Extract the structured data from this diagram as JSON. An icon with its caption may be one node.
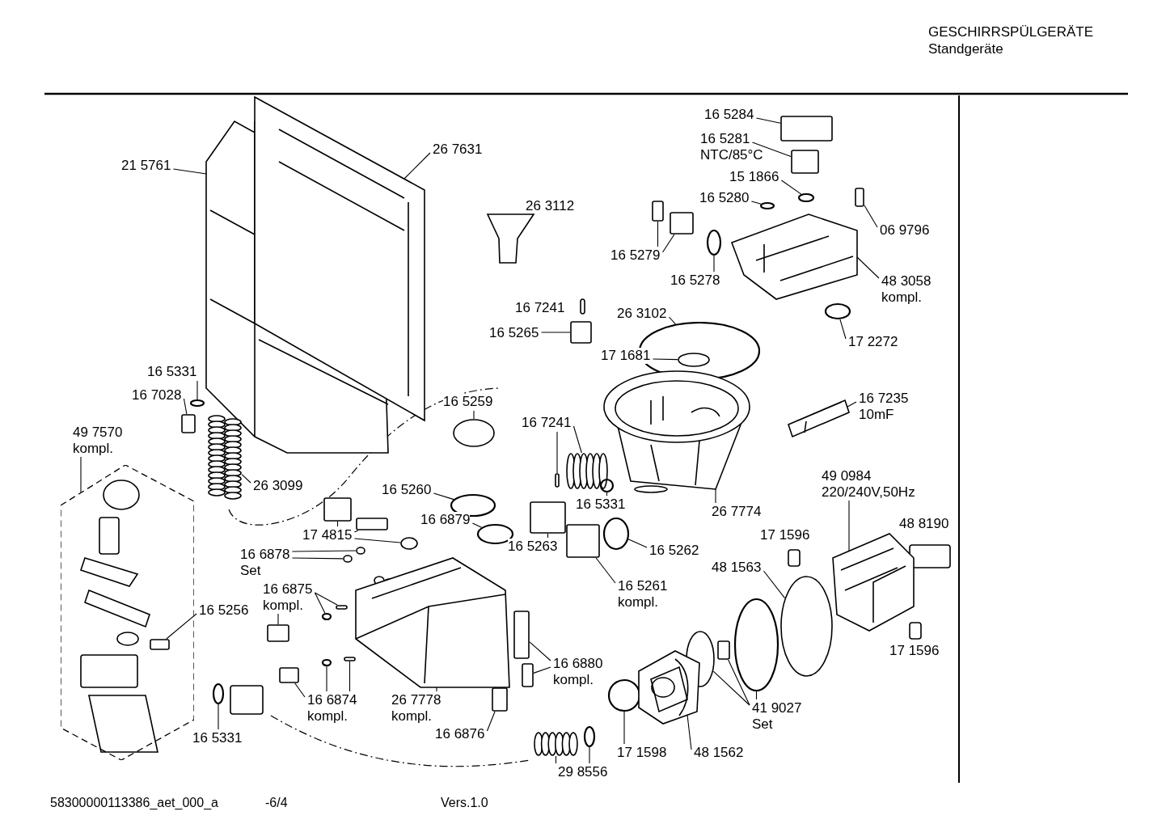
{
  "diagram": {
    "nodes": [
      {
        "text": [
          "21 5761"
        ]
      },
      {
        "text": [
          "26 7631"
        ]
      },
      {
        "text": [
          "16 5284"
        ]
      },
      {
        "text": [
          "16 5281",
          "NTC/85°C"
        ]
      },
      {
        "text": [
          "15 1866"
        ]
      },
      {
        "text": [
          "16 5280"
        ]
      },
      {
        "text": [
          "06 9796"
        ]
      },
      {
        "text": [
          "16 5279"
        ]
      },
      {
        "text": [
          "16 5278"
        ]
      },
      {
        "text": [
          "48 3058",
          "kompl."
        ]
      },
      {
        "text": [
          "17 2272"
        ]
      },
      {
        "text": [
          "16 5265"
        ]
      },
      {
        "text": [
          "26 3102"
        ]
      },
      {
        "text": [
          "17 1681"
        ]
      },
      {
        "text": [
          "16 5331"
        ]
      },
      {
        "text": [
          "16 7028"
        ]
      },
      {
        "text": [
          "16 5259"
        ]
      },
      {
        "text": [
          "16 7241"
        ]
      },
      {
        "text": [
          "49 7570",
          "kompl."
        ]
      },
      {
        "text": [
          "16 7235",
          "10mF"
        ]
      },
      {
        "text": [
          "26 3099"
        ]
      },
      {
        "text": [
          "16 5260"
        ]
      },
      {
        "text": [
          "16 5331"
        ]
      },
      {
        "text": [
          "49 0984",
          "220/240V,50Hz"
        ]
      },
      {
        "text": [
          "26 7774"
        ]
      },
      {
        "text": [
          "16 6879"
        ]
      },
      {
        "text": [
          "17 4815"
        ]
      },
      {
        "text": [
          "16 6878",
          "Set"
        ]
      },
      {
        "text": [
          "16 5263"
        ]
      },
      {
        "text": [
          "16 5262"
        ]
      },
      {
        "text": [
          "48 1563"
        ]
      },
      {
        "text": [
          "16 5261",
          "kompl."
        ]
      },
      {
        "text": [
          "16 5256"
        ]
      },
      {
        "text": [
          "16 6875",
          "kompl."
        ]
      },
      {
        "text": [
          "16 6880",
          "kompl."
        ]
      },
      {
        "text": [
          "41 9027",
          "Set"
        ]
      },
      {
        "text": [
          "16 6874",
          "kompl."
        ]
      },
      {
        "text": [
          "26 7778",
          "kompl."
        ]
      },
      {
        "text": [
          "16 6876"
        ]
      },
      {
        "text": [
          "16 5331"
        ]
      },
      {
        "text": [
          "17 1598"
        ]
      },
      {
        "text": [
          "48 1562"
        ]
      },
      {
        "text": [
          "29 8556"
        ]
      },
      {
        "text": [],
        "shape": "picture"
      },
      {
        "text": [],
        "shape": "picture"
      },
      {
        "text": [],
        "shape": "box"
      },
      {
        "text": [],
        "shape": "box"
      },
      {
        "text": [],
        "shape": "circle"
      },
      {
        "text": [],
        "shape": "circle"
      },
      {
        "text": [],
        "shape": "box"
      },
      {
        "text": [],
        "shape": "box"
      },
      {
        "text": [],
        "shape": "box"
      },
      {
        "text": [],
        "shape": "circle"
      },
      {
        "text": [],
        "shape": "picture"
      },
      {
        "text": [],
        "shape": "circle"
      },
      {
        "text": [],
        "shape": "box"
      },
      {
        "text": [],
        "shape": "circle"
      },
      {
        "text": [],
        "shape": "circle",
        "in": 56
      },
      {
        "text": [],
        "shape": "circle"
      },
      {
        "text": [],
        "shape": "box"
      },
      {
        "text": [],
        "shape": "circle"
      },
      {
        "text": [],
        "shape": "box"
      },
      {
        "text": [],
        "shape": "picture"
      },
      {
        "text": [],
        "shape": "box"
      },
      {
        "text": [],
        "shape": "picture"
      },
      {
        "text": [],
        "shape": "picture"
      },
      {
        "text": [],
        "shape": "circle"
      },
      {
        "text": [],
        "shape": "circle"
      },
      {
        "text": [],
        "shape": "picture"
      },
      {
        "text": [],
        "shape": "picture"
      },
      {
        "text": [],
        "shape": "circle"
      },
      {
        "text": [],
        "shape": "box"
      },
      {
        "text": [],
        "shape": "box"
      },
      {
        "text": [],
        "shape": "circle"
      },
      {
        "text": [],
        "shape": "circle"
      },
      {
        "text": [],
        "shape": "circle"
      },
      {
        "text": [],
        "shape": "box"
      },
      {
        "text": [],
        "shape": "circle"
      },
      {
        "text": [],
        "shape": "circle"
      },
      {
        "text": [],
        "shape": "box"
      },
      {
        "text": [],
        "shape": "box",
        "in": 63
      },
      {
        "text": [],
        "shape": "box"
      },
      {
        "text": [],
        "shape": "box"
      },
      {
        "text": [],
        "shape": "circle"
      },
      {
        "text": [],
        "shape": "box"
      },
      {
        "text": [],
        "shape": "box"
      },
      {
        "text": [],
        "shape": "circle"
      },
      {
        "text": [],
        "shape": "box"
      },
      {
        "text": [],
        "shape": "circle"
      },
      {
        "text": [],
        "shape": "box"
      },
      {
        "text": [],
        "shape": "circle"
      },
      {
        "text": [],
        "shape": "box"
      },
      {
        "text": [],
        "shape": "picture"
      },
      {
        "text": [],
        "shape": "box"
      },
      {
        "text": [],
        "shape": "circle"
      },
      {
        "text": [],
        "shape": "circle"
      },
      {
        "text": [],
        "shape": "picture"
      },
      {
        "text": [],
        "shape": "picture"
      },
      {
        "text": [],
        "shape": "circle"
      }
    ],
    "edges": [
      {
        "from": 0,
        "to": 43,
        "arrow": "none"
      },
      {
        "from": 1,
        "to": 44,
        "arrow": "none"
      },
      {
        "from": 2,
        "to": 45,
        "arrow": "none"
      },
      {
        "from": 3,
        "to": 46,
        "arrow": "none"
      },
      {
        "from": 4,
        "to": 47,
        "arrow": "none"
      },
      {
        "from": 5,
        "to": 48,
        "arrow": "none"
      },
      {
        "from": 6,
        "to": 49,
        "arrow": "none"
      },
      {
        "from": 7,
        "to": 50,
        "arrow": "none"
      },
      {
        "from": 7,
        "to": 51,
        "arrow": "none"
      },
      {
        "from": 8,
        "to": 52,
        "arrow": "none"
      },
      {
        "from": 9,
        "to": 53,
        "arrow": "none"
      },
      {
        "from": 10,
        "to": 54,
        "arrow": "none"
      },
      {
        "from": 11,
        "to": 55,
        "arrow": "none"
      },
      {
        "from": 12,
        "to": 56,
        "arrow": "none"
      },
      {
        "from": 13,
        "to": 57,
        "arrow": "none"
      },
      {
        "from": 14,
        "to": 58,
        "arrow": "none"
      },
      {
        "from": 15,
        "to": 59,
        "arrow": "none"
      },
      {
        "from": 16,
        "to": 60,
        "arrow": "none"
      },
      {
        "from": 17,
        "to": 61,
        "arrow": "none"
      },
      {
        "from": 17,
        "to": 62,
        "arrow": "none"
      },
      {
        "from": 18,
        "to": 63,
        "arrow": "none"
      },
      {
        "from": 19,
        "to": 64,
        "arrow": "none"
      },
      {
        "from": 20,
        "to": 65,
        "arrow": "none"
      },
      {
        "from": 21,
        "to": 66,
        "arrow": "none"
      },
      {
        "from": 22,
        "to": 67,
        "arrow": "none"
      },
      {
        "from": 23,
        "to": 68,
        "arrow": "none"
      },
      {
        "from": 24,
        "to": 69,
        "arrow": "none"
      },
      {
        "from": 25,
        "to": 70,
        "arrow": "none"
      },
      {
        "from": 26,
        "to": 71,
        "arrow": "none"
      },
      {
        "from": 26,
        "to": 72,
        "arrow": "none"
      },
      {
        "from": 26,
        "to": 73,
        "arrow": "none"
      },
      {
        "from": 27,
        "to": 74,
        "arrow": "none"
      },
      {
        "from": 27,
        "to": 75,
        "arrow": "none"
      },
      {
        "from": 28,
        "to": 76,
        "arrow": "none"
      },
      {
        "from": 29,
        "to": 77,
        "arrow": "none"
      },
      {
        "from": 30,
        "to": 78,
        "arrow": "none"
      },
      {
        "from": 31,
        "to": 79,
        "arrow": "none"
      },
      {
        "from": 32,
        "to": 80,
        "arrow": "none"
      },
      {
        "from": 33,
        "to": 81,
        "arrow": "none"
      },
      {
        "from": 33,
        "to": 82,
        "arrow": "none"
      },
      {
        "from": 33,
        "to": 83,
        "arrow": "none"
      },
      {
        "from": 34,
        "to": 84,
        "arrow": "none"
      },
      {
        "from": 34,
        "to": 85,
        "arrow": "none"
      },
      {
        "from": 35,
        "to": 86,
        "arrow": "none"
      },
      {
        "from": 35,
        "to": 87,
        "arrow": "none"
      },
      {
        "from": 35,
        "to": 88,
        "arrow": "none"
      },
      {
        "from": 36,
        "to": 89,
        "arrow": "none"
      },
      {
        "from": 36,
        "to": 90,
        "arrow": "none"
      },
      {
        "from": 36,
        "to": 91,
        "arrow": "none"
      },
      {
        "from": 37,
        "to": 92,
        "arrow": "none"
      },
      {
        "from": 38,
        "to": 93,
        "arrow": "none"
      },
      {
        "from": 39,
        "to": 94,
        "arrow": "none"
      },
      {
        "from": 40,
        "to": 95,
        "arrow": "none"
      },
      {
        "from": 41,
        "to": 96,
        "arrow": "none"
      },
      {
        "from": 42,
        "to": 97,
        "arrow": "none"
      },
      {
        "from": 42,
        "to": 98,
        "arrow": "none"
      }
    ],
    "labels": [
      "GESCHIRRSPÜLGERÄTE",
      "Standgeräte",
      "26 3112",
      "16 7241",
      "48 8190",
      "17 1596",
      "17 1596",
      "58300000113386_aet_000_a",
      "-6/4",
      "Vers.1.0"
    ]
  }
}
